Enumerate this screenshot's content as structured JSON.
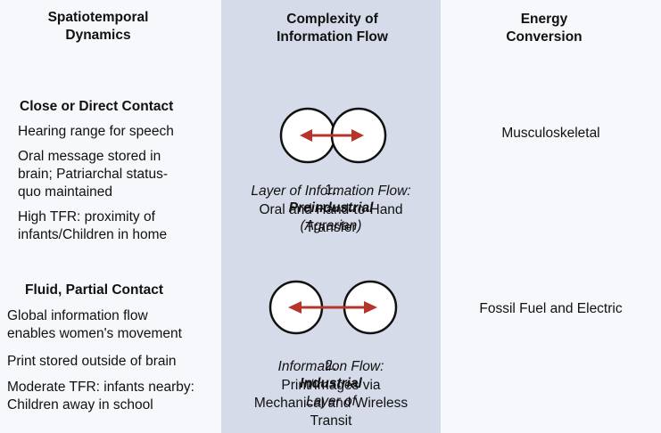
{
  "columns": {
    "spatiotemporal": "Spatiotemporal\nDynamics",
    "complexity": "Complexity of\nInformation Flow",
    "energy": "Energy\nConversion"
  },
  "layer1": {
    "heading": "Close or Direct Contact",
    "items": [
      "Hearing range for speech",
      "Oral message stored in\nbrain; Patriarchal status-\nquo maintained",
      "High TFR: proximity of\ninfants/Children in home"
    ],
    "flow_number": "1.",
    "flow_name": "Preindustrial",
    "flow_qualifier": "(Agrarian)",
    "flow_line2": "Layer of Information Flow:",
    "flow_desc": "Oral and Hand-to-Hand\nTransfer",
    "energy": "Musculoskeletal"
  },
  "layer2": {
    "heading": "Fluid, Partial Contact",
    "items": [
      "Global information flow\nenables women's movement",
      "Print stored outside of brain",
      "Moderate TFR: infants nearby:\nChildren away in school"
    ],
    "flow_number": "2.",
    "flow_name": "Industrial",
    "flow_qualifier": "Layer of",
    "flow_line2": "Information Flow:",
    "flow_desc": "Print/Images via\nMechanical and Wireless\nTransit",
    "energy": "Fossil Fuel and Electric"
  },
  "colors": {
    "arrow": "#b5342c",
    "column_bg": "#d6dbe9",
    "page_bg": "#f7f8fb"
  }
}
